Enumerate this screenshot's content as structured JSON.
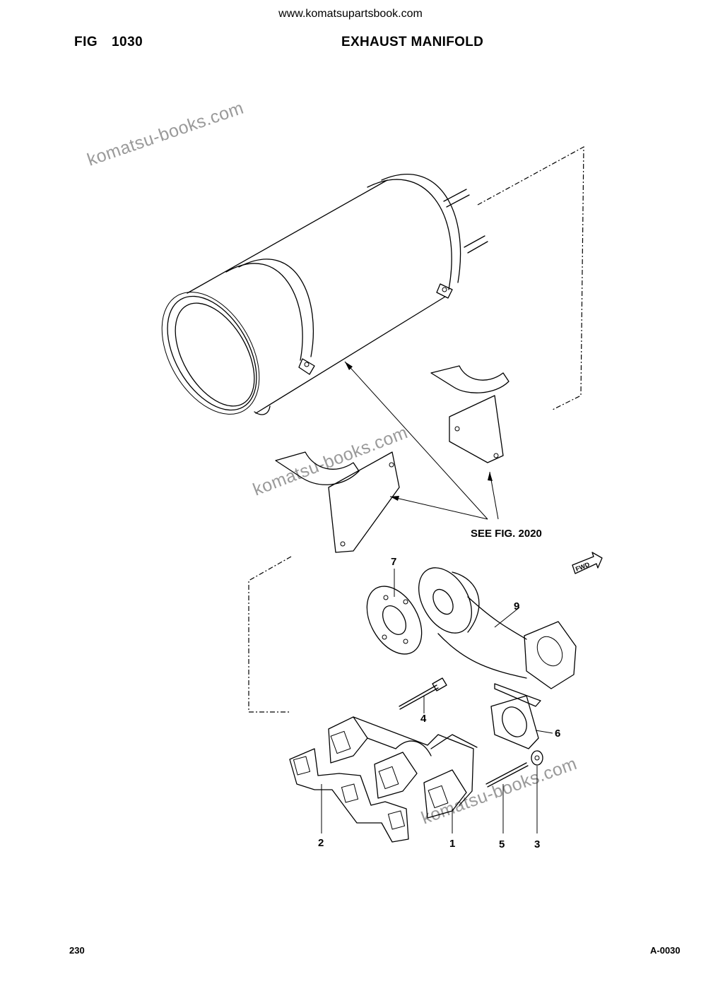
{
  "header": {
    "site_url": "www.komatsupartsbook.com",
    "figure_number": "FIG 1030",
    "title": "EXHAUST MANIFOLD"
  },
  "watermarks": [
    "komatsu-books.com",
    "komatsu-books.com",
    "komatsu-books.com"
  ],
  "callouts": {
    "see_figure": "SEE FIG. 2020",
    "fwd_tag": "FWD",
    "part_numbers": {
      "p1": "1",
      "p2": "2",
      "p3": "3",
      "p4": "4",
      "p5": "5",
      "p6": "6",
      "p7": "7",
      "p9": "9"
    }
  },
  "footer": {
    "page_number": "230",
    "document_code": "A-0030"
  }
}
